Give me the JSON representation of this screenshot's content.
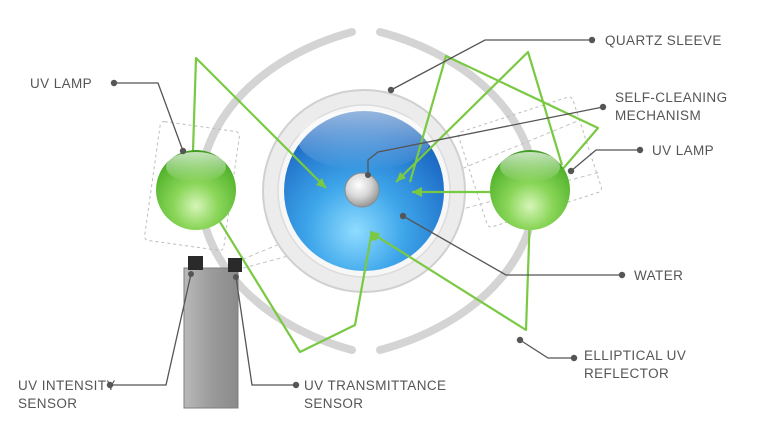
{
  "labels": {
    "uv_lamp_left": "UV LAMP",
    "quartz_sleeve": "QUARTZ SLEEVE",
    "self_cleaning_1": "SELF-CLEANING",
    "self_cleaning_2": "MECHANISM",
    "uv_lamp_right": "UV LAMP",
    "water": "WATER",
    "reflector_1": "ELLIPTICAL UV",
    "reflector_2": "REFLECTOR",
    "intensity_1": "UV INTENSITY",
    "intensity_2": "SENSOR",
    "transmittance_1": "UV TRANSMITTANCE",
    "transmittance_2": "SENSOR"
  },
  "colors": {
    "reflector": "#d4d4d4",
    "ray": "#7ac943",
    "water": "#1f6fc8",
    "lamp": "#6cc24a",
    "sensor": "#9a9a9a",
    "callout": "#555555",
    "label_text": "#555555"
  }
}
